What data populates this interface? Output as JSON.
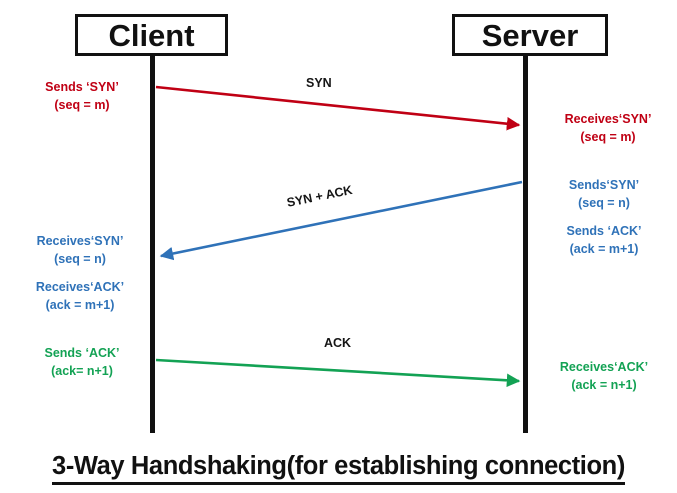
{
  "diagram": {
    "title": "3-Way Handshaking(for establishing connection)",
    "nodes": {
      "client": "Client",
      "server": "Server"
    },
    "colors": {
      "syn": "#c00014",
      "syn_ack": "#2f72b8",
      "ack": "#13a254",
      "lifeline": "#111111",
      "text": "#111111"
    },
    "arrows": [
      {
        "name": "syn",
        "label": "SYN",
        "direction": "client-to-server",
        "color": "#c00014"
      },
      {
        "name": "syn-ack",
        "label": "SYN + ACK",
        "direction": "server-to-client",
        "color": "#2f72b8"
      },
      {
        "name": "ack",
        "label": "ACK",
        "direction": "client-to-server",
        "color": "#13a254"
      }
    ],
    "annotations": {
      "client_sends_syn": {
        "line1": "Sends ‘SYN’",
        "line2": "(seq = m)"
      },
      "server_receives_syn": {
        "line1": "Receives‘SYN’",
        "line2": "(seq = m)"
      },
      "server_sends_syn": {
        "line1": "Sends‘SYN’",
        "line2": "(seq = n)"
      },
      "server_sends_ack": {
        "line1": "Sends ‘ACK’",
        "line2": "(ack = m+1)"
      },
      "client_receives_syn": {
        "line1": "Receives‘SYN’",
        "line2": "(seq = n)"
      },
      "client_receives_ack": {
        "line1": "Receives‘ACK’",
        "line2": "(ack = m+1)"
      },
      "client_sends_ack": {
        "line1": "Sends ‘ACK’",
        "line2": "(ack= n+1)"
      },
      "server_receives_ack": {
        "line1": "Receives‘ACK’",
        "line2": "(ack = n+1)"
      }
    }
  }
}
